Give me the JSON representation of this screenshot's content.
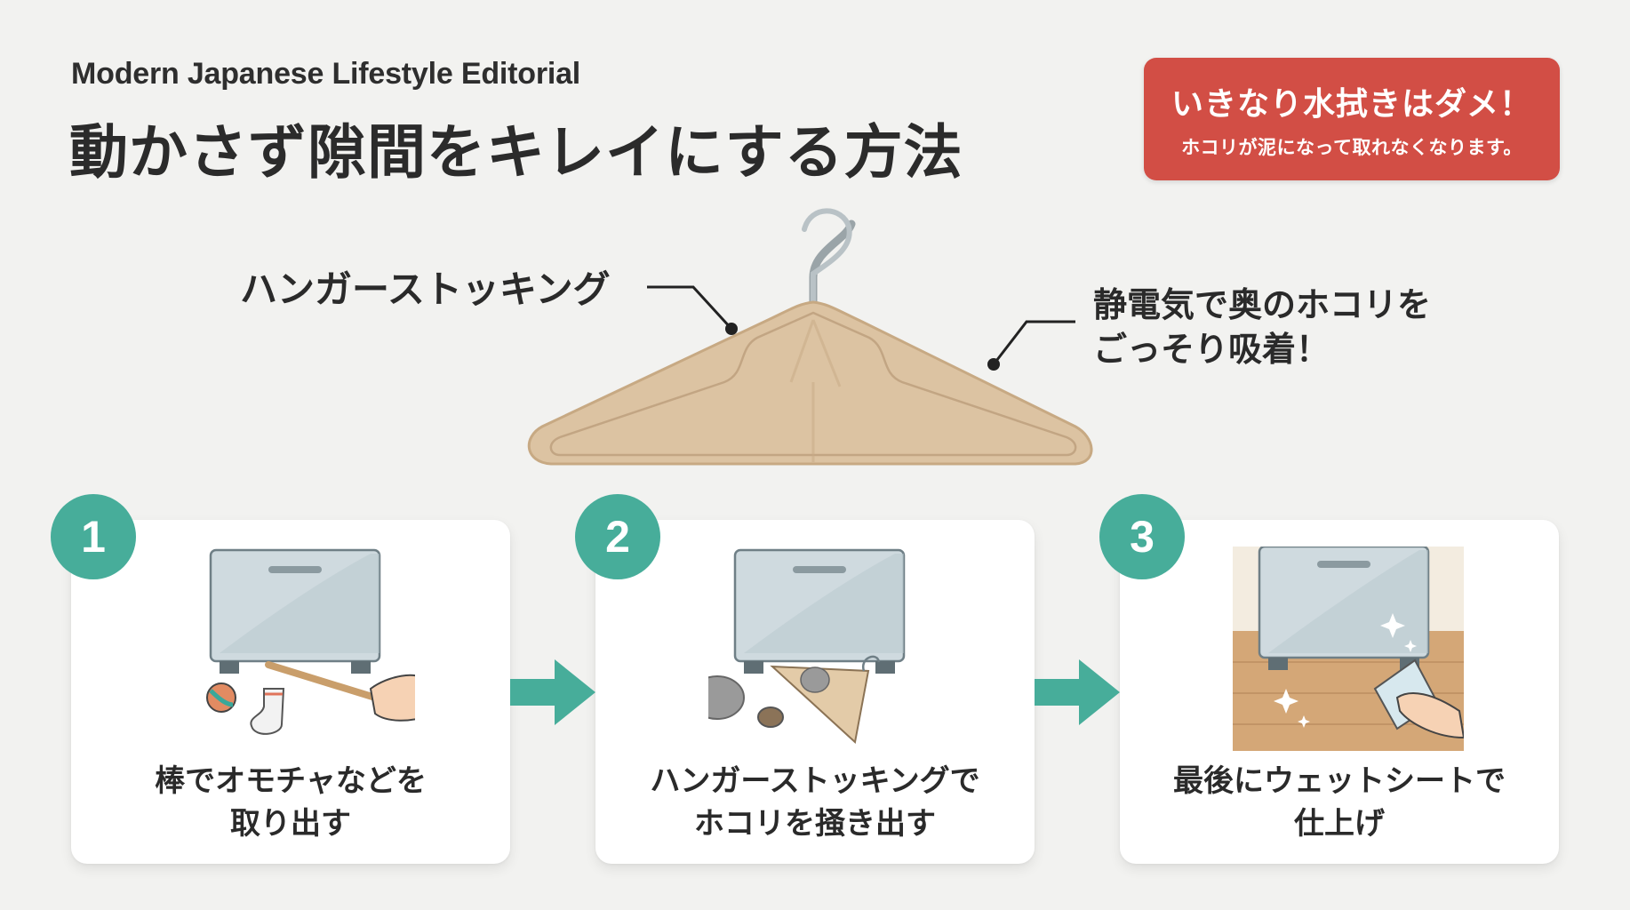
{
  "header": {
    "subtitle": "Modern Japanese Lifestyle Editorial",
    "title": "動かさず隙間をキレイにする方法"
  },
  "callout": {
    "title": "いきなり水拭きはダメ！",
    "subtitle": "ホコリが泥になって取れなくなります。",
    "color": "#d24e45"
  },
  "hero": {
    "label_left": "ハンガーストッキング",
    "label_right_line1": "静電気で奥のホコリを",
    "label_right_line2": "ごっそり吸着！",
    "illustration": "hanger-covered-with-stocking"
  },
  "steps": [
    {
      "number": "1",
      "line1": "棒でオモチャなどを",
      "line2": "取り出す",
      "illustration": "stick-retrieving-toys-under-appliance"
    },
    {
      "number": "2",
      "line1": "ハンガーストッキングで",
      "line2": "ホコリを掻き出す",
      "illustration": "stocking-hanger-sweeping-dust"
    },
    {
      "number": "3",
      "line1": "最後にウェットシートで",
      "line2": "仕上げ",
      "illustration": "wiping-floor-with-wet-sheet"
    }
  ],
  "colors": {
    "accent": "#47ad9a",
    "background": "#f2f2f0",
    "card": "#ffffff",
    "text": "#2a2a2a",
    "stocking": "#dcc3a2"
  }
}
